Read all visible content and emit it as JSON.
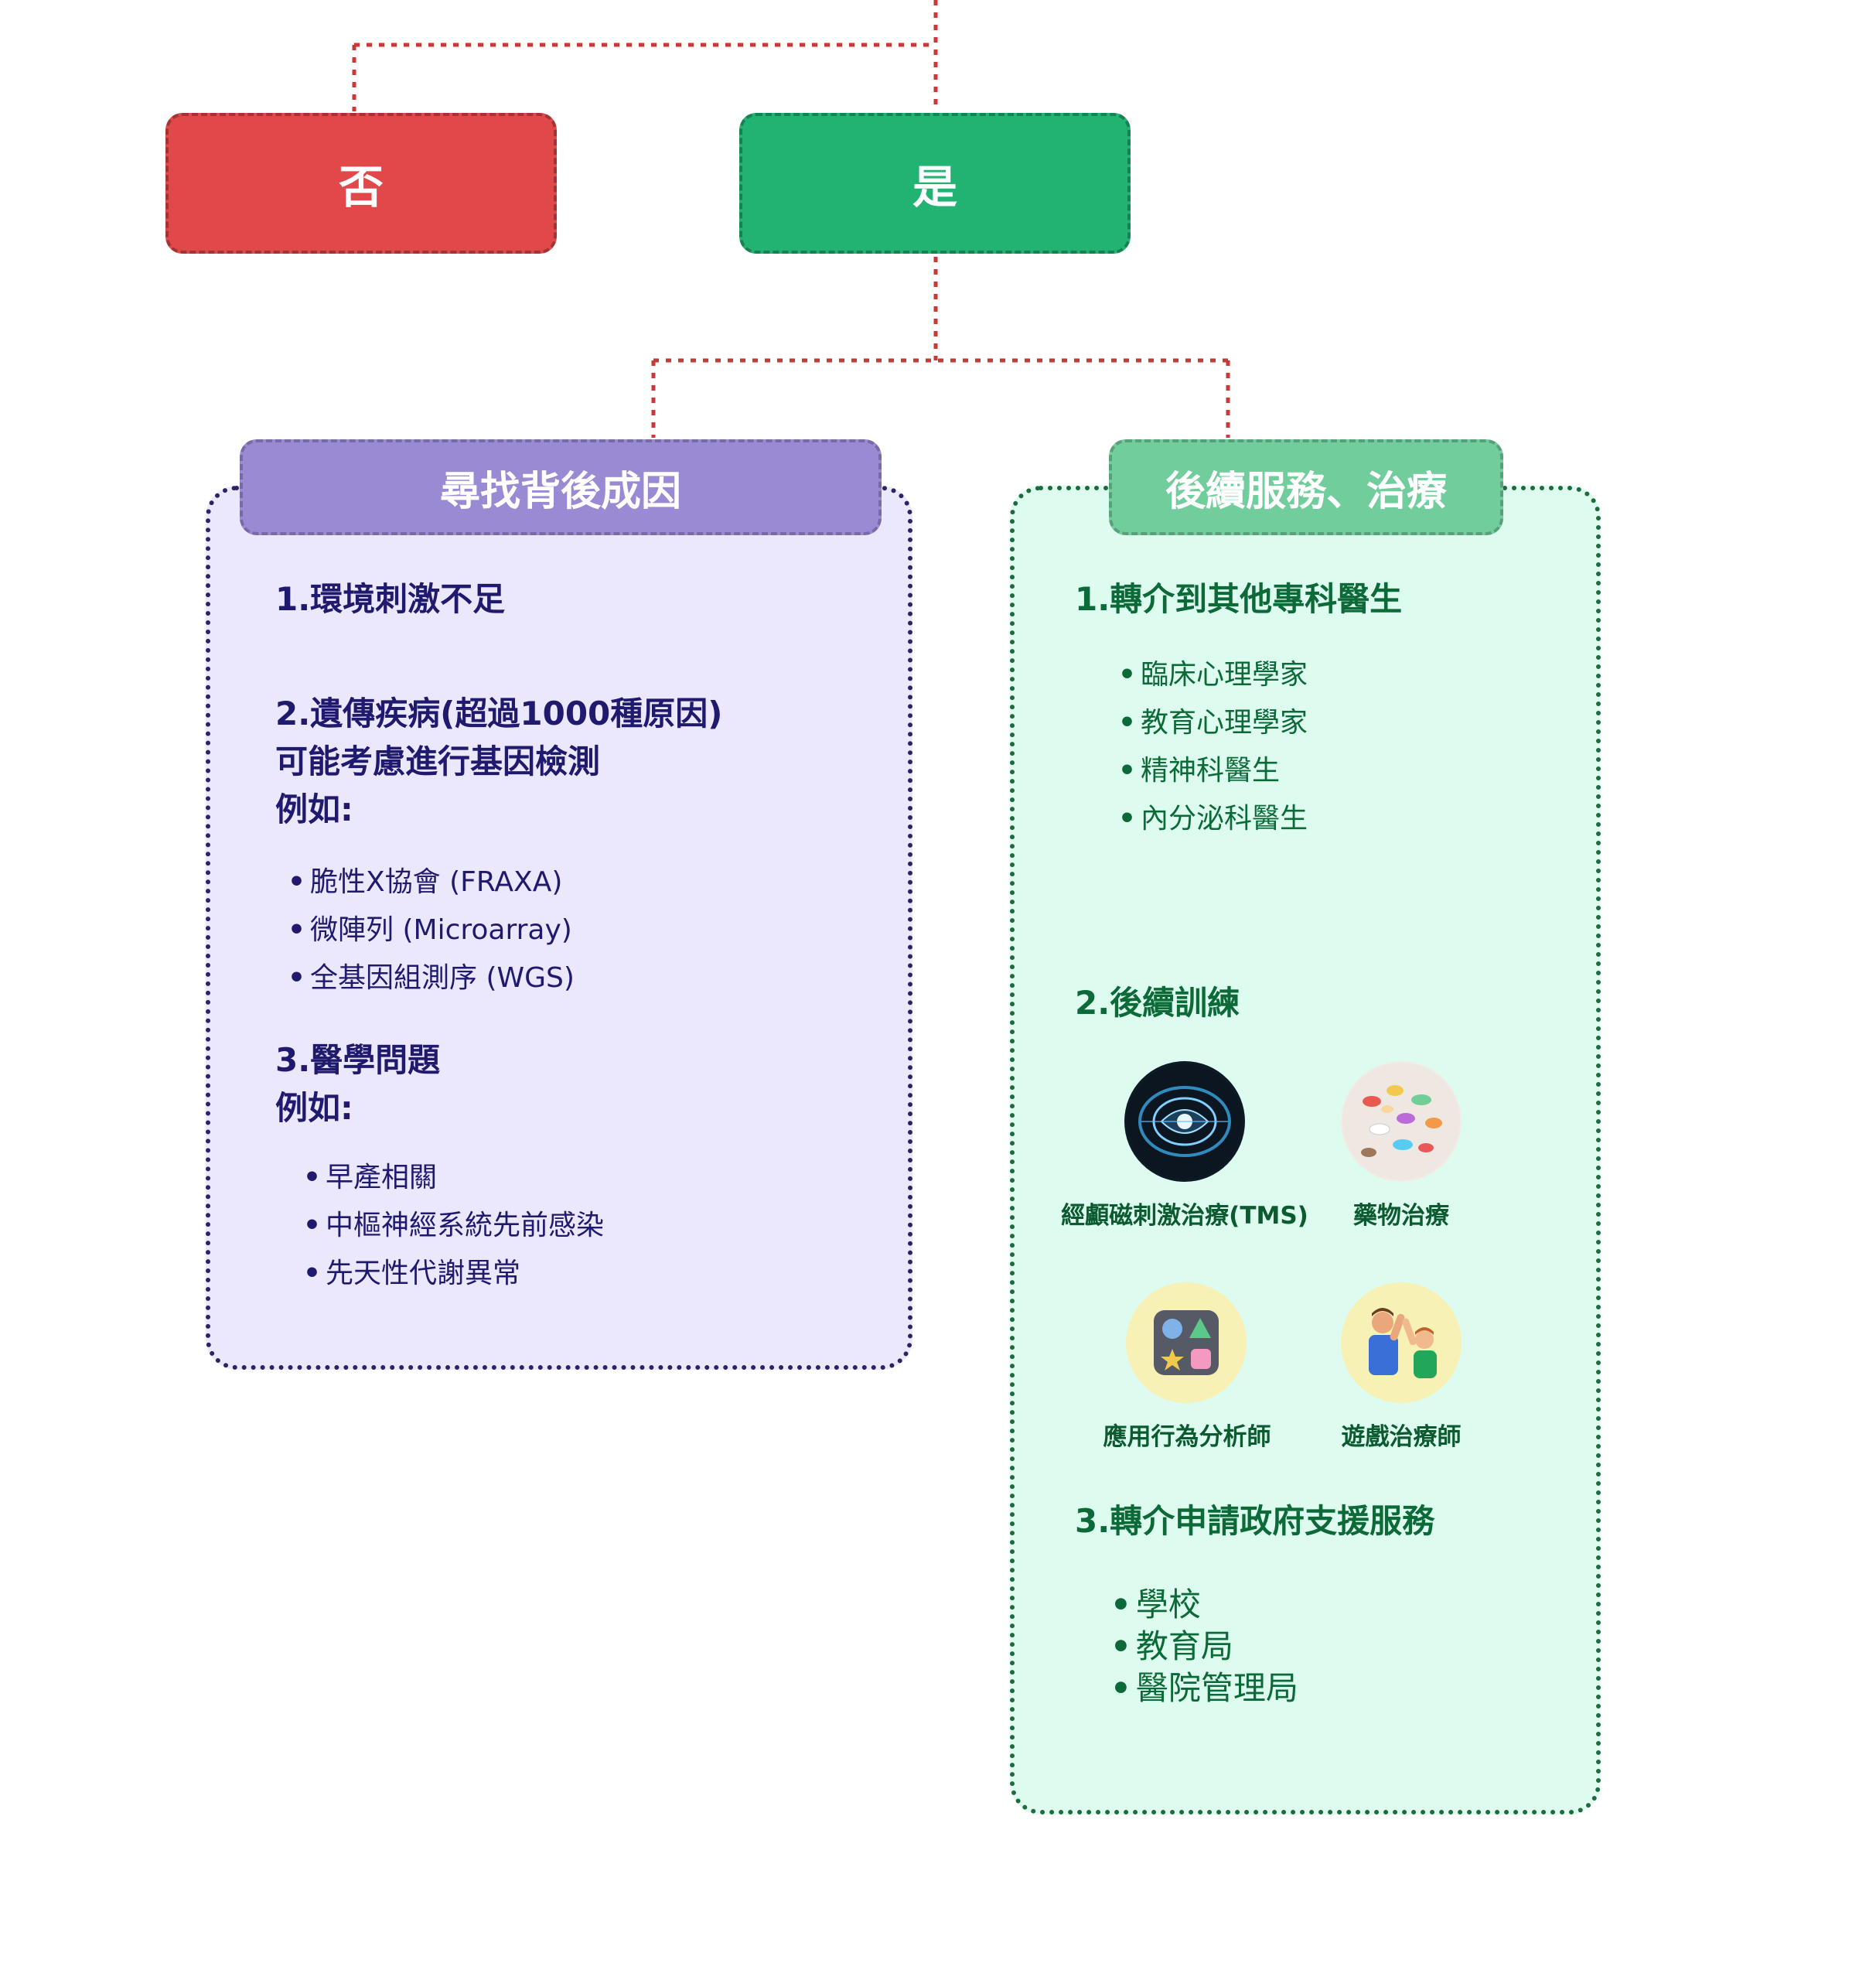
{
  "decision": {
    "no_label": "否",
    "yes_label": "是"
  },
  "left": {
    "title": "尋找背後成因",
    "item1": "1.環境刺激不足",
    "item2_lines": [
      "2.遺傳疾病(超過1000種原因)",
      "可能考慮進行基因檢測",
      "例如:"
    ],
    "item2_bullets": [
      "脆性X協會 (FRAXA)",
      "微陣列 (Microarray)",
      "全基因組測序 (WGS)"
    ],
    "item3_lines": [
      "3.醫學問題",
      "例如:"
    ],
    "item3_bullets": [
      "早產相關",
      "中樞神經系統先前感染",
      "先天性代謝異常"
    ]
  },
  "right": {
    "title": "後續服務、治療",
    "item1": "1.轉介到其他專科醫生",
    "item1_bullets": [
      "臨床心理學家",
      "教育心理學家",
      "精神科醫生",
      "內分泌科醫生"
    ],
    "item2": "2.後續訓練",
    "therapies": [
      {
        "icon": "tms-device-icon",
        "label": "經顱磁刺激治療(TMS)"
      },
      {
        "icon": "medication-pills-icon",
        "label": "藥物治療"
      },
      {
        "icon": "aba-shapes-board-icon",
        "label": "應用行為分析師"
      },
      {
        "icon": "play-therapy-high-five-icon",
        "label": "遊戲治療師"
      }
    ],
    "item3": "3.轉介申請政府支援服務",
    "item3_bullets": [
      "學校",
      "教育局",
      "醫院管理局"
    ]
  },
  "colors": {
    "no": "#e0484a",
    "yes": "#22b372",
    "left_header": "#9a8ad4",
    "left_panel_bg": "#ebe8fd",
    "left_panel_border": "#2b2363",
    "right_header": "#72cd9c",
    "right_panel_bg": "#ddfcef",
    "right_panel_border": "#1e6b3b",
    "connector": "#c73a3a"
  }
}
